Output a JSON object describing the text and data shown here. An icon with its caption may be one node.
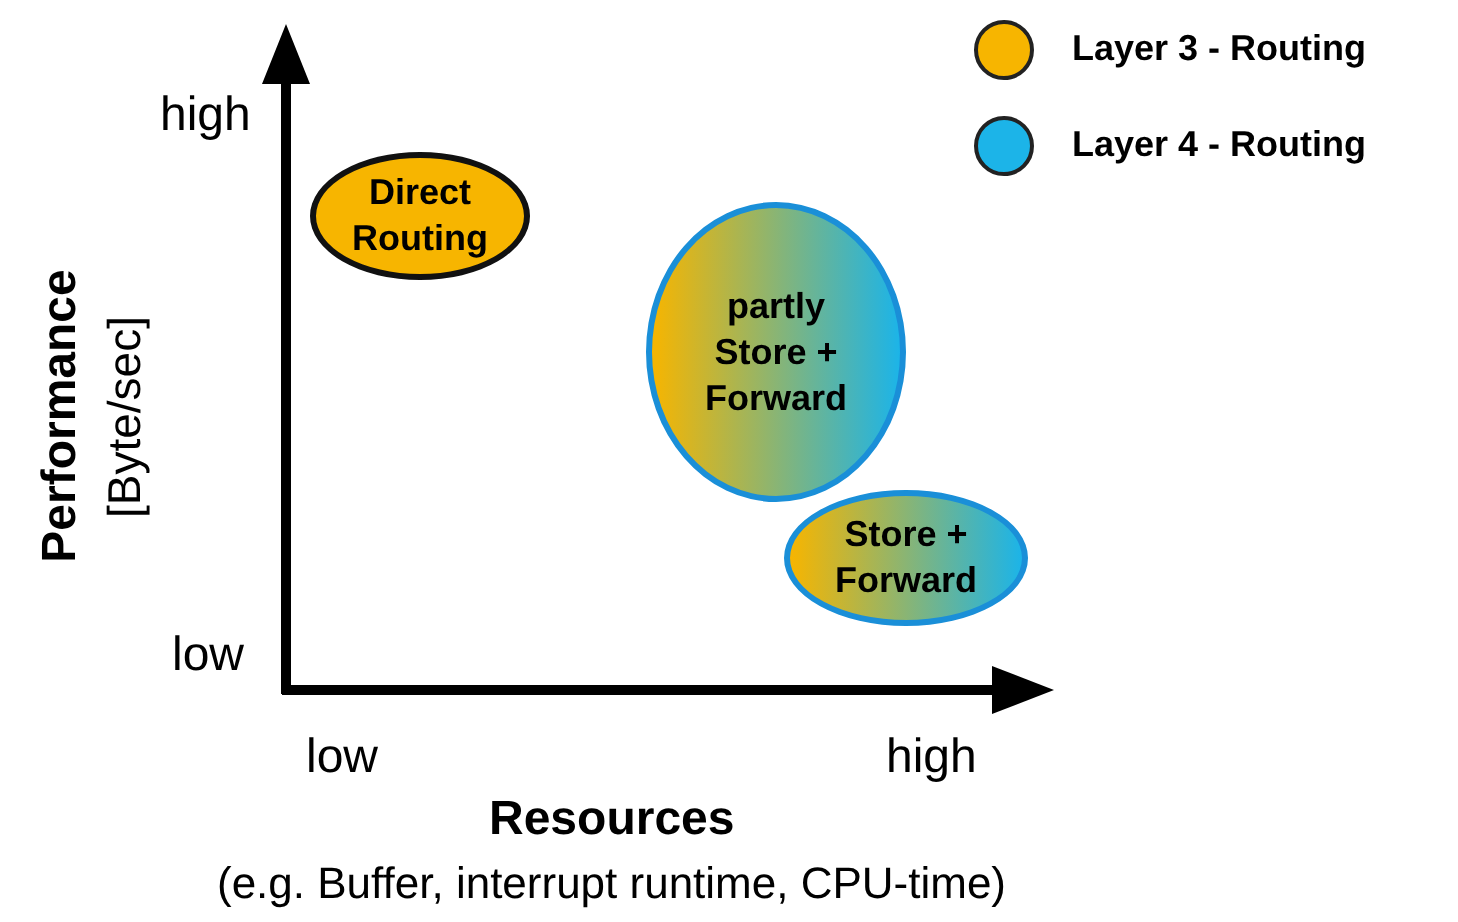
{
  "diagram": {
    "nodes": [
      {
        "text": [
          "Direct Routing"
        ]
      },
      {
        "text": [
          "partly Store + Forward"
        ]
      },
      {
        "text": [
          "Store + Forward"
        ]
      }
    ],
    "edges": [],
    "labels": [
      "high",
      "low",
      "Performance",
      "[Byte/sec]",
      "low",
      "high",
      "Resources",
      "(e.g. Buffer, interrupt runtime, CPU-time)"
    ],
    "legend": [
      {
        "text": "Layer 3 - Routing",
        "color": "#f7b500"
      },
      {
        "text": "Layer 4 - Routing",
        "color": "#1cb4e8"
      }
    ]
  }
}
